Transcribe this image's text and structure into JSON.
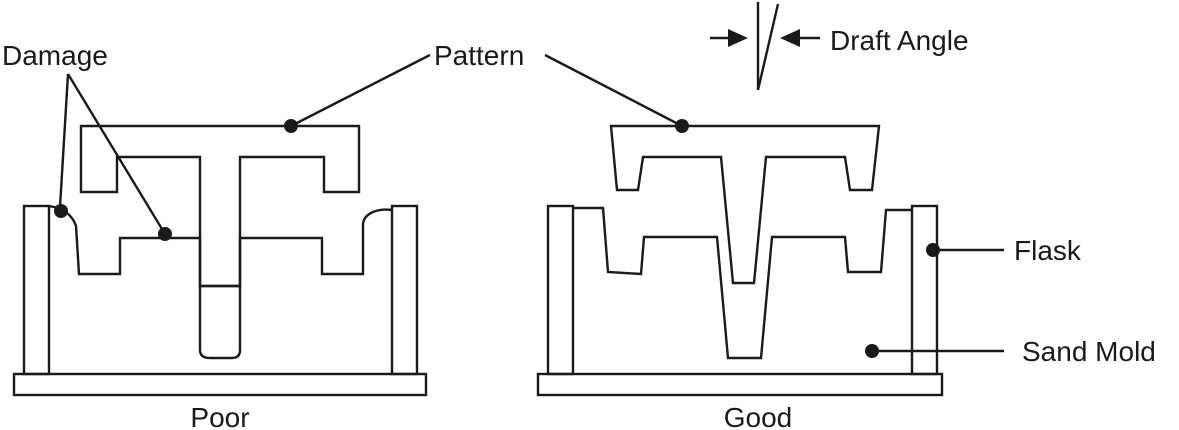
{
  "labels": {
    "damage": "Damage",
    "pattern": "Pattern",
    "draft_angle": "Draft Angle",
    "flask": "Flask",
    "sand_mold": "Sand Mold",
    "poor": "Poor",
    "good": "Good"
  },
  "colors": {
    "stroke": "#1a1a1a",
    "background": "#ffffff"
  }
}
